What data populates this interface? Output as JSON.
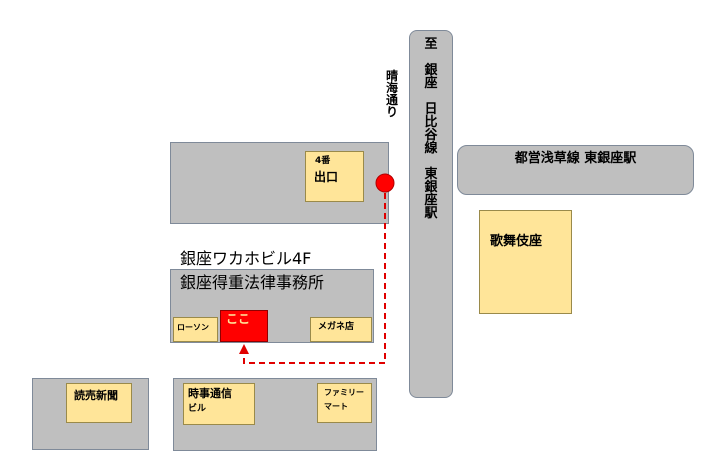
{
  "roads": {
    "harumi_dori": {
      "label": [
        "晴",
        "海",
        "通",
        "り"
      ]
    },
    "main_road": {
      "label": [
        "至",
        "",
        "銀",
        "座",
        "",
        "日",
        "比",
        "谷",
        "線",
        "",
        "東",
        "銀",
        "座",
        "駅"
      ]
    },
    "toei_line": {
      "label": "都営浅草線 東銀座駅"
    }
  },
  "exit": {
    "number": "4番",
    "label": "出口"
  },
  "kabukiza": {
    "label": "歌舞伎座"
  },
  "target_building": {
    "name": "銀座ワカホビル4F",
    "office": "銀座得重法律事務所",
    "here": "ここ"
  },
  "shops": {
    "lawson": "ローソン",
    "megane": "メガネ店",
    "yomiuri": "読売新聞",
    "jiji_line1": "時事通信",
    "jiji_line2": "ビル",
    "famima_line1": "ファミリー",
    "famima_line2": "マート"
  },
  "colors": {
    "block": "#bfbfbf",
    "shop": "#ffe599",
    "route": "#e00000",
    "here": "#ff0000"
  }
}
